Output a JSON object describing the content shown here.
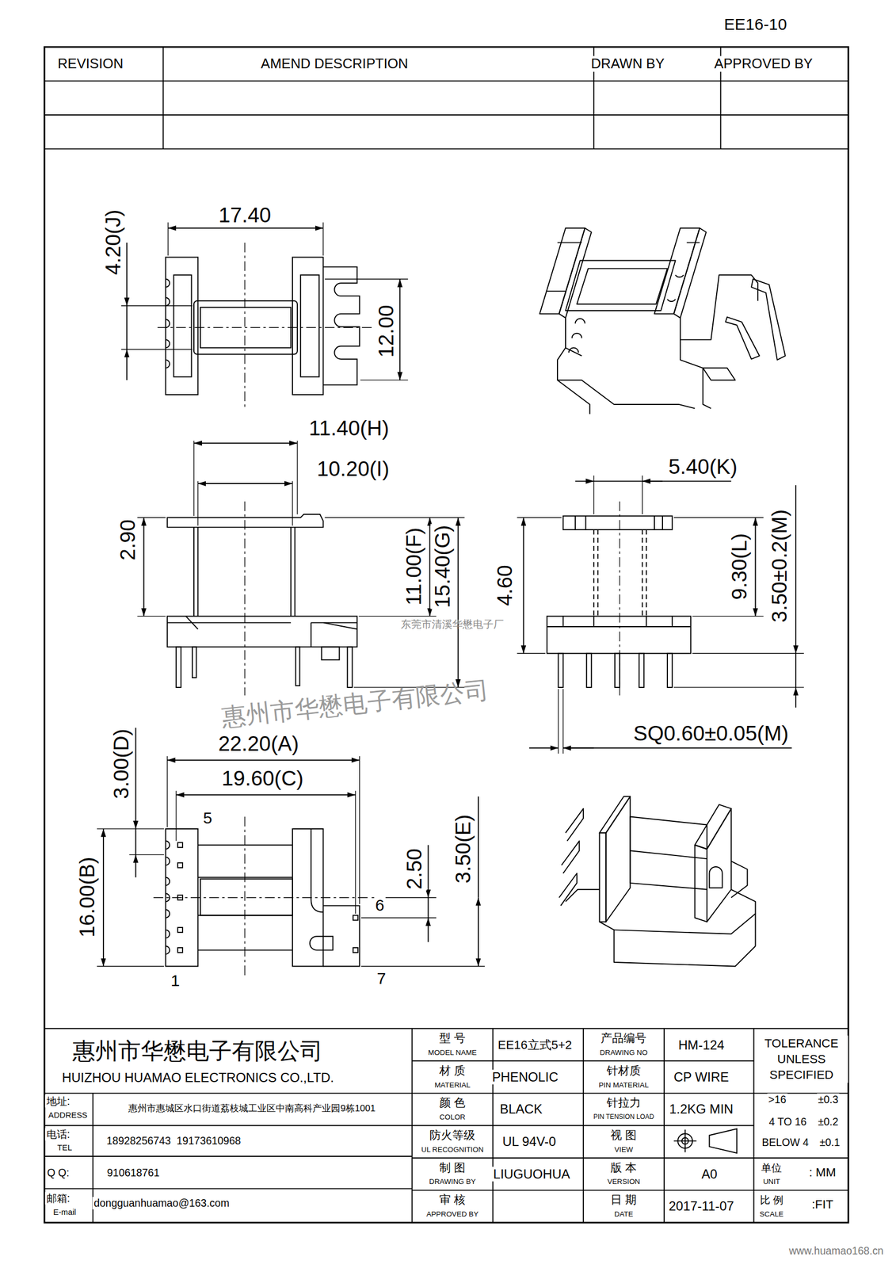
{
  "diagram": {
    "title": "EE16-10",
    "labels": [
      "REVISION",
      "AMEND DESCRIPTION",
      "DRAWN BY",
      "APPROVED BY",
      "4.20(J)",
      "17.40",
      "12.00",
      "11.40(H)",
      "10.20(I)",
      "2.90",
      "11.00(F)",
      "15.40(G)",
      "惠州市华懋电子有限公司",
      "东莞市清溪华懋电子厂",
      "5.40(K)",
      "4.60",
      "9.30(L)",
      "3.50±0.2(M)",
      "SQ0.60±0.05(M)",
      "3.00(D)",
      "22.20(A)",
      "19.60(C)",
      "5",
      "16.00(B)",
      "2.50",
      "3.50(E)",
      "6",
      "1",
      "7",
      "惠州市华懋电子有限公司",
      "HUIZHOU HUAMAO ELECTRONICS CO.,LTD.",
      "地址:",
      "ADDRESS",
      "惠州市惠城区水口街道荔枝城工业区中南高科产业园9栋1001",
      "电话:",
      "TEL",
      "18928256743  19173610968",
      "Q Q:",
      "910618761",
      "邮箱:",
      "E-mail",
      "dongguanhuamao@163.com",
      "型 号",
      "MODEL NAME",
      "EE16立式5+2",
      "产品编号",
      "DRAWING NO",
      "HM-124",
      "材 质",
      "MATERIAL",
      "PHENOLIC",
      "针材质",
      "PIN MATERIAL",
      "CP WIRE",
      "颜 色",
      "COLOR",
      "BLACK",
      "针拉力",
      "PIN TENSION LOAD",
      "1.2KG MIN",
      "防火等级",
      "UL RECOGNITION",
      "UL 94V-0",
      "视 图",
      "VIEW",
      "制 图",
      "DRAWING BY",
      "LIUGUOHUA",
      "版 本",
      "VERSION",
      "A0",
      "审 核",
      "APPROVED BY",
      "日 期",
      "DATE",
      "2017-11-07",
      "TOLERANCE UNLESS SPECIFIED",
      ">16",
      "±0.3",
      "4 TO 16",
      "±0.2",
      "BELOW 4",
      "±0.1",
      "单位",
      "UNIT",
      ": MM",
      "比 例",
      "SCALE",
      ":FIT",
      "www.huamao168.cn"
    ]
  }
}
